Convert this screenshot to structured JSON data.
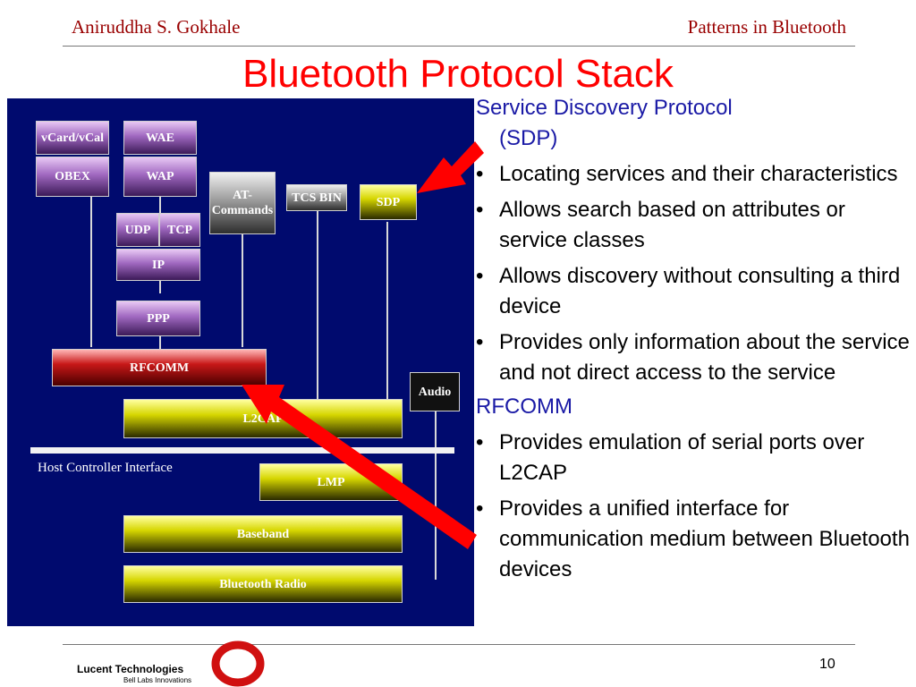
{
  "header": {
    "author": "Aniruddha S. Gokhale",
    "topic": "Patterns in Bluetooth"
  },
  "title": "Bluetooth Protocol Stack",
  "diagram": {
    "vcard": "vCard/vCal",
    "obex": "OBEX",
    "wae": "WAE",
    "wap": "WAP",
    "at": "AT- Commands",
    "tcs": "TCS BIN",
    "sdp": "SDP",
    "udp": "UDP",
    "tcp": "TCP",
    "ip": "IP",
    "ppp": "PPP",
    "rfcomm": "RFCOMM",
    "audio": "Audio",
    "l2cap": "L2CAP",
    "hci": "Host Controller Interface",
    "lmp": "LMP",
    "baseband": "Baseband",
    "radio": "Bluetooth Radio",
    "colors": {
      "background": "#000a6e",
      "arrow": "#ff0000"
    }
  },
  "content": {
    "sdp_heading_1": "Service Discovery Protocol",
    "sdp_heading_2": "(SDP)",
    "sdp_bullets": [
      "Locating services and their characteristics",
      "Allows search based on attributes or service classes",
      "Allows discovery without consulting a third device",
      "Provides only information about the service and not direct access to the service"
    ],
    "rfcomm_heading": "RFCOMM",
    "rfcomm_bullets": [
      "Provides emulation of serial ports over L2CAP",
      "Provides a unified interface for communication medium between Bluetooth devices"
    ]
  },
  "footer": {
    "company": "Lucent Technologies",
    "tagline": "Bell Labs Innovations",
    "page": "10"
  }
}
